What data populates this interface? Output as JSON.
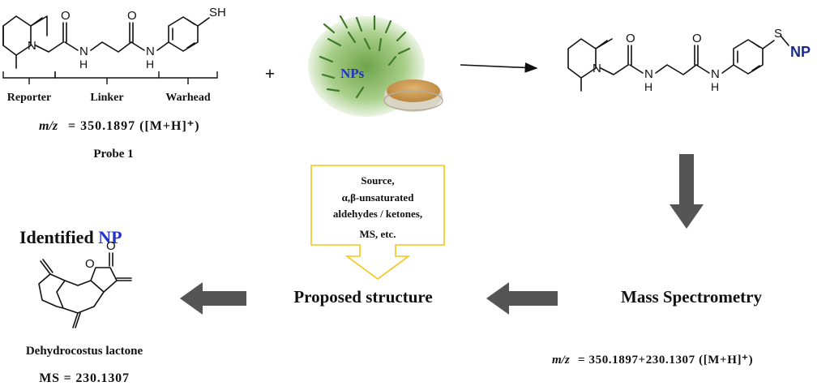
{
  "probe": {
    "atoms": {
      "N_ring": "N",
      "O1": "O",
      "O2": "O",
      "NH1": "N",
      "H1": "H",
      "NH2": "N",
      "H2": "H",
      "SH": "SH"
    },
    "segments": [
      "Reporter",
      "Linker",
      "Warhead"
    ],
    "mz_prefix": "m/z",
    "mz_value": "= 350.1897 ([M+H]⁺)",
    "name": "Probe 1"
  },
  "plus_sign": "+",
  "natural_products_label": "NPs",
  "adduct": {
    "atoms": {
      "N_ring": "N",
      "O1": "O",
      "O2": "O",
      "NH1": "N",
      "H1": "H",
      "NH2": "N",
      "H2": "H",
      "S": "S"
    },
    "np_label": "NP"
  },
  "filter_box": {
    "lines": [
      "Source,",
      "α,β-unsaturated",
      "aldehydes / ketones,",
      "MS, etc."
    ]
  },
  "steps": {
    "mass_spectrometry": "Mass Spectrometry",
    "proposed_structure": "Proposed structure"
  },
  "adduct_mz": {
    "prefix": "m/z",
    "value": "= 350.1897+230.1307 ([M+H]⁺)"
  },
  "identified": {
    "title_prefix": "Identified ",
    "title_np": "NP",
    "atoms": {
      "O_ring": "O",
      "O_carbonyl": "O"
    },
    "compound_name": "Dehydrocostus lactone",
    "ms": "MS = 230.1307"
  },
  "colors": {
    "np_blue": "#2233cc",
    "np_navy": "#1b2a8a",
    "arrow_gray": "#555555",
    "box_yellow": "#f5c518"
  }
}
